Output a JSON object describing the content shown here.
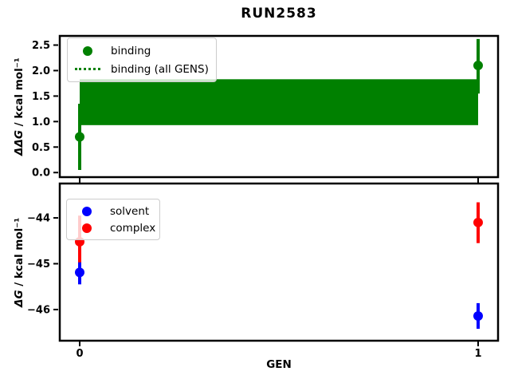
{
  "figure": {
    "title": "RUN2583",
    "xlabel": "GEN",
    "background": "#ffffff"
  },
  "chart_data": [
    {
      "type": "scatter",
      "ylabel": {
        "math": "ΔΔG",
        "rest": " / kcal mol⁻¹"
      },
      "xlim": [
        -0.05,
        1.05
      ],
      "ylim": [
        -0.09,
        2.68
      ],
      "yticks": [
        {
          "v": 0.0,
          "label": "0.0"
        },
        {
          "v": 0.5,
          "label": "0.5"
        },
        {
          "v": 1.0,
          "label": "1.0"
        },
        {
          "v": 1.5,
          "label": "1.5"
        },
        {
          "v": 2.0,
          "label": "2.0"
        },
        {
          "v": 2.5,
          "label": "2.5"
        }
      ],
      "xticks": [
        {
          "v": 0,
          "label": ""
        },
        {
          "v": 1,
          "label": ""
        }
      ],
      "band": {
        "name": "binding (all GENS)",
        "color": "#008000",
        "center": 1.38,
        "lo": 0.93,
        "hi": 1.83,
        "x0": 0,
        "x1": 1
      },
      "series": [
        {
          "name": "binding",
          "color": "#008000",
          "marker": "circle",
          "points": [
            {
              "x": 0,
              "y": 0.7,
              "lo": 0.05,
              "hi": 1.35
            },
            {
              "x": 1,
              "y": 2.1,
              "lo": 1.55,
              "hi": 2.62
            }
          ]
        }
      ],
      "legend": [
        {
          "label": "binding",
          "swatch": "circle",
          "color": "#008000"
        },
        {
          "label": "binding (all GENS)",
          "swatch": "dotted-line",
          "color": "#008000"
        }
      ]
    },
    {
      "type": "scatter",
      "ylabel": {
        "math": "ΔG",
        "rest": " / kcal mol⁻¹"
      },
      "xlim": [
        -0.05,
        1.05
      ],
      "ylim": [
        -46.68,
        -43.25
      ],
      "yticks": [
        {
          "v": -44,
          "label": "−44"
        },
        {
          "v": -45,
          "label": "−45"
        },
        {
          "v": -46,
          "label": "−46"
        }
      ],
      "xticks": [
        {
          "v": 0,
          "label": "0"
        },
        {
          "v": 1,
          "label": "1"
        }
      ],
      "series": [
        {
          "name": "solvent",
          "color": "#0000ff",
          "marker": "circle",
          "points": [
            {
              "x": 0,
              "y": -45.19,
              "lo": -45.45,
              "hi": -44.93
            },
            {
              "x": 1,
              "y": -46.14,
              "lo": -46.42,
              "hi": -45.86
            }
          ]
        },
        {
          "name": "complex",
          "color": "#ff0000",
          "marker": "circle",
          "points": [
            {
              "x": 0,
              "y": -44.52,
              "lo": -44.97,
              "hi": -43.95
            },
            {
              "x": 1,
              "y": -44.1,
              "lo": -44.55,
              "hi": -43.66
            }
          ]
        }
      ],
      "legend": [
        {
          "label": "solvent",
          "swatch": "circle",
          "color": "#0000ff"
        },
        {
          "label": "complex",
          "swatch": "circle",
          "color": "#ff0000"
        }
      ]
    }
  ]
}
